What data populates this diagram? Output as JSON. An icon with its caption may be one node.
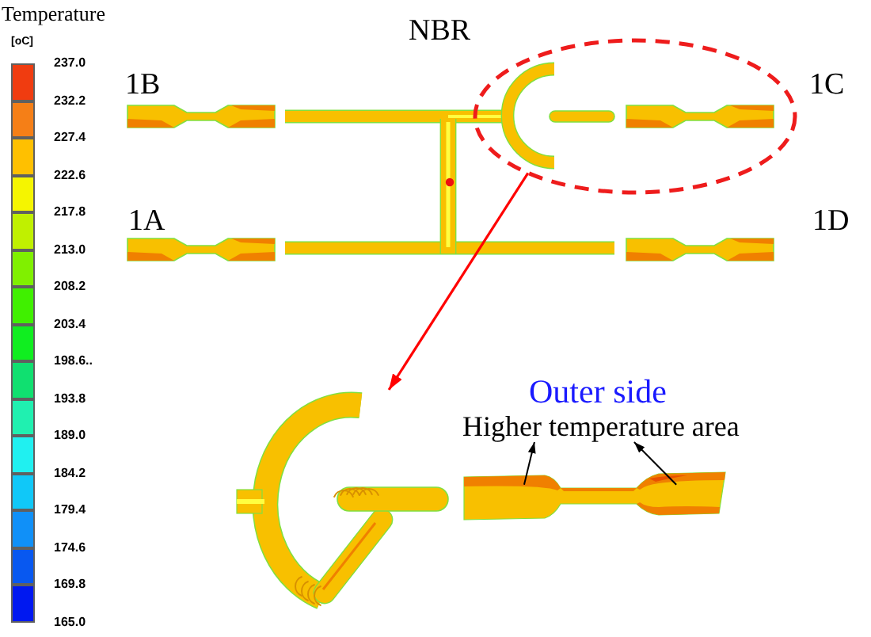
{
  "diagram": {
    "nodes": [
      {
        "text": [],
        "shape": "ellipse"
      },
      {
        "text": [],
        "shape": "picture"
      },
      {
        "text": [
          "Higher temperature area"
        ]
      },
      {
        "text": [],
        "shape": "picture"
      }
    ],
    "edges": [
      {
        "from": 0,
        "to": 1,
        "arrow": "to",
        "color": "#ff0000"
      },
      {
        "from": 3,
        "to": 2,
        "arrow": "to"
      },
      {
        "from": 3,
        "to": 2,
        "arrow": "to"
      }
    ],
    "labels": [
      "Temperature",
      "[oC]",
      "NBR",
      "1B",
      "1C",
      "1A",
      "1D",
      "Outer side",
      "165.0"
    ],
    "legend": [
      {
        "text": "237.0",
        "color": "#f03c10"
      },
      {
        "text": "232.2",
        "color": "#f57f17"
      },
      {
        "text": "227.4",
        "color": "#ffc000"
      },
      {
        "text": "222.6",
        "color": "#f5f500"
      },
      {
        "text": "217.8",
        "color": "#c0f000"
      },
      {
        "text": "213.0",
        "color": "#80f000"
      },
      {
        "text": "208.2",
        "color": "#40f000"
      },
      {
        "text": "203.4",
        "color": "#10ee20"
      },
      {
        "text": "198.6..",
        "color": "#10e070"
      },
      {
        "text": "193.8",
        "color": "#20f0b0"
      },
      {
        "text": "189.0",
        "color": "#20f0f0"
      },
      {
        "text": "184.2",
        "color": "#10c8f8"
      },
      {
        "text": "179.4",
        "color": "#1090f8"
      },
      {
        "text": "174.6",
        "color": "#0858f0"
      },
      {
        "text": "169.8",
        "color": "#0018f0"
      }
    ]
  }
}
